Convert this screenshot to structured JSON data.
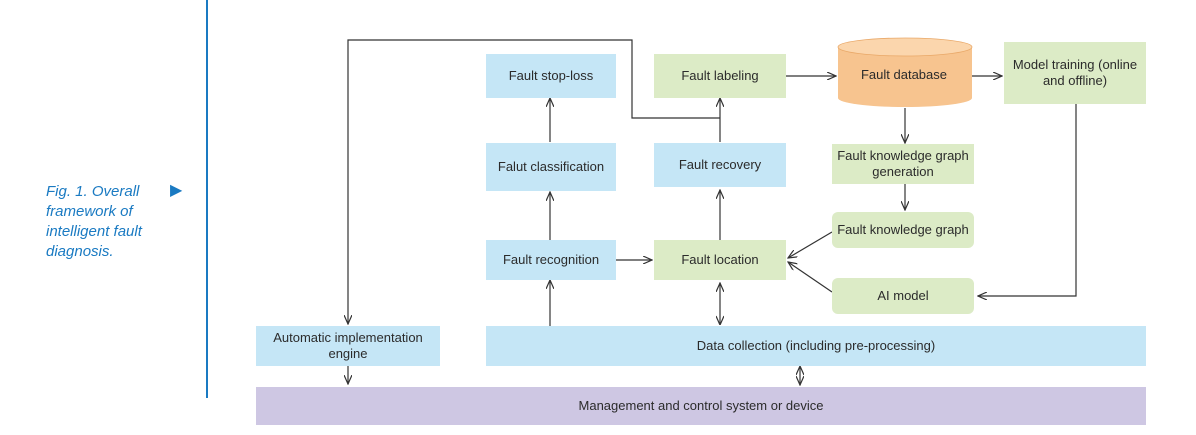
{
  "caption": {
    "text": "Fig. 1. Overall framework of intelligent fault diagnosis.",
    "arrow_glyph": "▶"
  },
  "nodes": {
    "fault_stop_loss": "Fault stop-loss",
    "falut_classification": "Falut classification",
    "fault_recognition": "Fault recognition",
    "fault_labeling": "Fault labeling",
    "fault_recovery": "Fault recovery",
    "fault_location": "Fault location",
    "fault_database": "Fault database",
    "fault_kg_generation": "Fault knowledge graph generation",
    "fault_kg": "Fault knowledge graph",
    "ai_model": "AI model",
    "model_training": "Model training (online and offline)",
    "automatic_engine": "Automatic implementation engine",
    "data_collection": "Data collection (including pre-processing)",
    "management": "Management and control system or device"
  },
  "colors": {
    "process_box": "#c5e6f6",
    "knowledge_box": "#dcebc6",
    "database": "#f7c48f",
    "management_bar": "#cec7e3",
    "caption": "#1a7ac2",
    "connector": "#333333"
  }
}
